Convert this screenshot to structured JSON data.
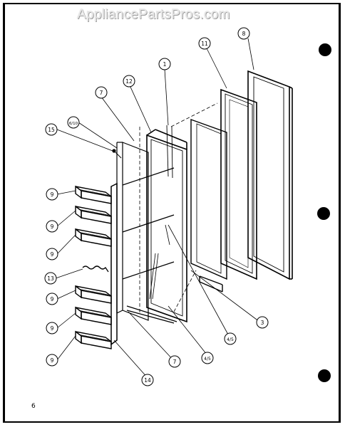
{
  "watermark": "AppliancePartsPros.com",
  "page_number": "6",
  "callouts": [
    {
      "id": "c1",
      "label": "1"
    },
    {
      "id": "c3",
      "label": "3"
    },
    {
      "id": "c4",
      "label": "4/5",
      "fraction": true
    },
    {
      "id": "c5",
      "label": "4/5",
      "fraction": true
    },
    {
      "id": "c6",
      "label": "6/10",
      "fraction": true
    },
    {
      "id": "c7a",
      "label": "7"
    },
    {
      "id": "c7b",
      "label": "7"
    },
    {
      "id": "c8",
      "label": "8"
    },
    {
      "id": "c9a",
      "label": "9"
    },
    {
      "id": "c9b",
      "label": "9"
    },
    {
      "id": "c9c",
      "label": "9"
    },
    {
      "id": "c9d",
      "label": "9"
    },
    {
      "id": "c9e",
      "label": "9"
    },
    {
      "id": "c9f",
      "label": "9"
    },
    {
      "id": "c11",
      "label": "11"
    },
    {
      "id": "c12",
      "label": "12"
    },
    {
      "id": "c13",
      "label": "13"
    },
    {
      "id": "c14",
      "label": "14"
    },
    {
      "id": "c15",
      "label": "15"
    }
  ]
}
